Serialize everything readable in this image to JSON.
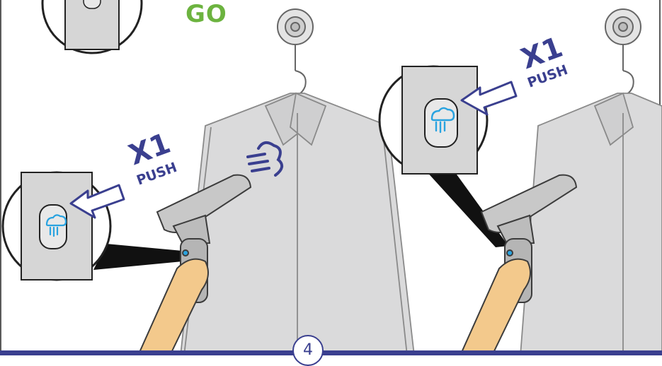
{
  "go_label": "GO",
  "panel_left": {
    "count_label": "X1",
    "action_label": "PUSH"
  },
  "panel_right": {
    "count_label": "X1",
    "action_label": "PUSH"
  },
  "step_number": "4",
  "colors": {
    "frame": "#5a5a5a",
    "accent_blue": "#3a3f8f",
    "go_green": "#6cb33f",
    "steam_icon": "#29a3e0",
    "garment": "#d9d9da",
    "skin": "#f3c98c",
    "bottom_bar": "#3a3f8f"
  }
}
